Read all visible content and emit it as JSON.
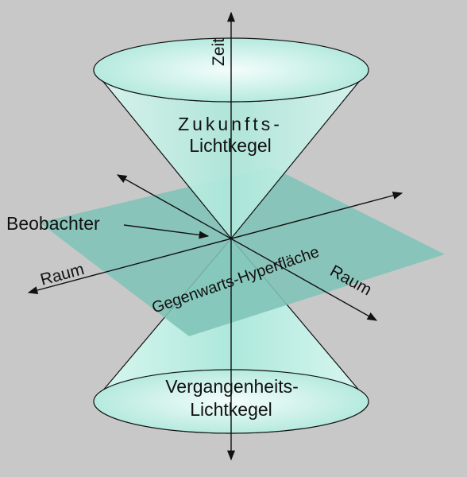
{
  "labels": {
    "time_axis": "Zeit",
    "future_cone_line1": "Zukunfts-",
    "future_cone_line2": "Lichtkegel",
    "observer": "Beobachter",
    "space_left": "Raum",
    "space_right": "Raum",
    "present_hypersurface": "Gegenwarts-Hyperfläche",
    "past_cone_line1": "Vergangenheits-",
    "past_cone_line2": "Lichtkegel"
  },
  "colors": {
    "background": "#c8c8c8",
    "cone_fill": "#bff0e6",
    "cone_rim_light": "#e8fbf6",
    "plane_fill": "#7fc3b7",
    "line": "#111111"
  }
}
